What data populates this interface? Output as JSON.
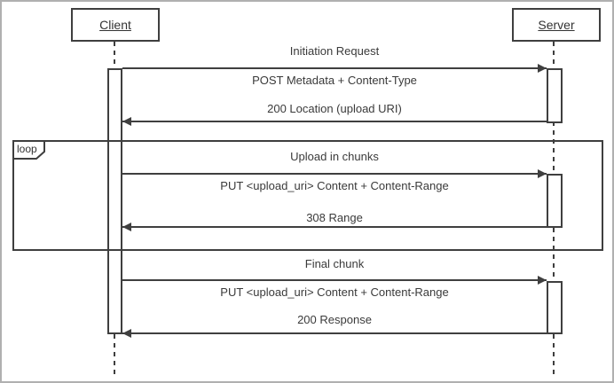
{
  "diagram": {
    "type": "uml-sequence-diagram",
    "actors": [
      {
        "name": "Client"
      },
      {
        "name": "Server"
      }
    ],
    "fragment": {
      "label": "loop"
    },
    "sections": [
      {
        "title": "Initiation Request",
        "request": "POST Metadata + Content-Type",
        "response": "200 Location (upload URI)"
      },
      {
        "title": "Upload in chunks",
        "request": "PUT <upload_uri> Content + Content-Range",
        "response": "308 Range"
      },
      {
        "title": "Final chunk",
        "request": "PUT <upload_uri> Content + Content-Range",
        "response": "200 Response"
      }
    ],
    "colors": {
      "line": "#3f3f3f",
      "text": "#3a3a3a",
      "background": "#ffffff",
      "outer_border": "#b0b0b0"
    }
  }
}
